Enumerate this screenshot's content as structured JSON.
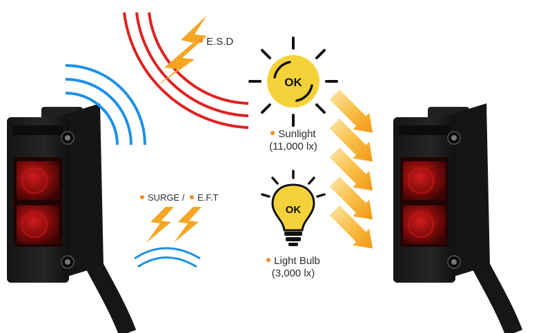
{
  "labels": {
    "esd": "E.S.D",
    "surge": "SURGE /",
    "eft": "E.F.T",
    "sunlight": "Sunlight",
    "sunlight_lux": "(11,000 lx)",
    "bulb": "Light Bulb",
    "bulb_lux": "(3,000 lx)",
    "sun_badge": "OK",
    "bulb_badge": "OK"
  },
  "colors": {
    "bullet": "#f08a24",
    "esd_waves": "#e02020",
    "signal_waves": "#1e90e6",
    "bolt": "#f5a623",
    "badge_fill": "#f6d23a",
    "arrow": "#f7a21b",
    "sensor_body": "#1d1d1d",
    "lens": "#8a0e0e"
  },
  "icons": [
    "lightning-bolt-icon",
    "sun-icon",
    "light-bulb-icon",
    "arrow-icon",
    "photoelectric-sensor"
  ]
}
